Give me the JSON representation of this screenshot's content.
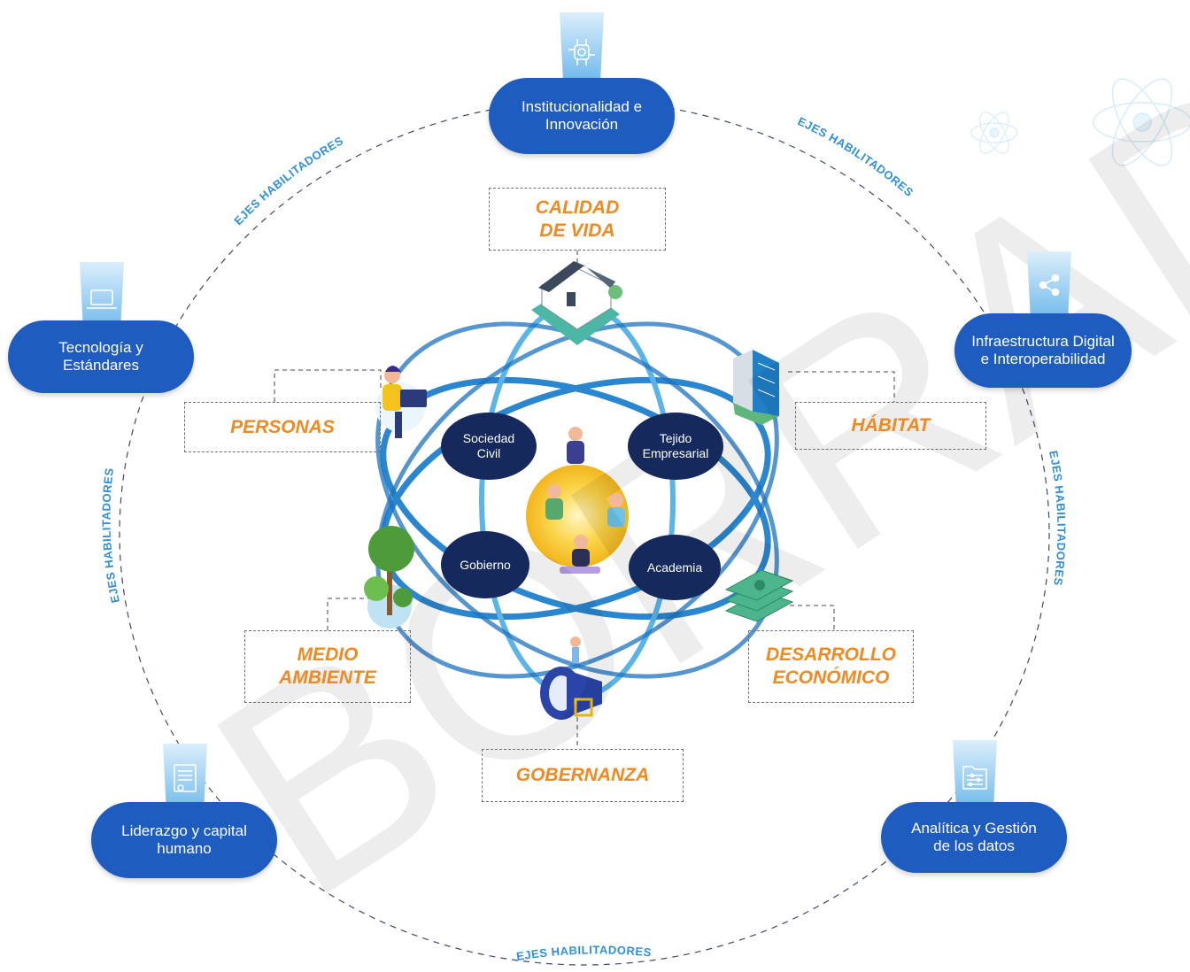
{
  "enablers": [
    {
      "id": "institucionalidad",
      "lines": [
        "Institucionalidad e",
        "Innovación"
      ],
      "icon": "chip-icon"
    },
    {
      "id": "tecnologia",
      "lines": [
        "Tecnología y",
        "Estándares"
      ],
      "icon": "laptop-icon"
    },
    {
      "id": "infraestructura",
      "lines": [
        "Infraestructura Digital",
        "e Interoperabilidad"
      ],
      "icon": "share-icon"
    },
    {
      "id": "liderazgo",
      "lines": [
        "Liderazgo y capital",
        "humano"
      ],
      "icon": "certificate-icon"
    },
    {
      "id": "analitica",
      "lines": [
        "Analítica y Gestión",
        "de los datos"
      ],
      "icon": "data-folder-icon"
    }
  ],
  "ring_label": "EJES HABILITADORES",
  "dimensions": [
    {
      "id": "calidad-de-vida",
      "lines": [
        "CALIDAD",
        "DE VIDA"
      ],
      "icon": "house-icon"
    },
    {
      "id": "personas",
      "lines": [
        "PERSONAS"
      ],
      "icon": "person-laptop-icon"
    },
    {
      "id": "habitat",
      "lines": [
        "HÁBITAT"
      ],
      "icon": "building-icon"
    },
    {
      "id": "medio-ambiente",
      "lines": [
        "MEDIO",
        "AMBIENTE"
      ],
      "icon": "tree-icon"
    },
    {
      "id": "desarrollo-economico",
      "lines": [
        "DESARROLLO",
        "ECONÓMICO"
      ],
      "icon": "money-icon"
    },
    {
      "id": "gobernanza",
      "lines": [
        "GOBERNANZA"
      ],
      "icon": "megaphone-icon"
    }
  ],
  "actors": [
    {
      "id": "sociedad-civil",
      "lines": [
        "Sociedad",
        "Civil"
      ]
    },
    {
      "id": "tejido-empresarial",
      "lines": [
        "Tejido",
        "Empresarial"
      ]
    },
    {
      "id": "gobierno",
      "lines": [
        "Gobierno"
      ]
    },
    {
      "id": "academia",
      "lines": [
        "Academia"
      ]
    }
  ],
  "center_icon": "people-collaboration-icon",
  "watermark": "BORRADOR",
  "decorations": [
    "atom-icon",
    "atom-icon"
  ],
  "colors": {
    "enabler_fill": "#1f5cbf",
    "actor_fill": "#15295c",
    "dimension_text": "#ee8a22",
    "ring_label": "#2f8fd8",
    "orbit_light": "#5ab4e8",
    "orbit_dark": "#2a86cf"
  }
}
